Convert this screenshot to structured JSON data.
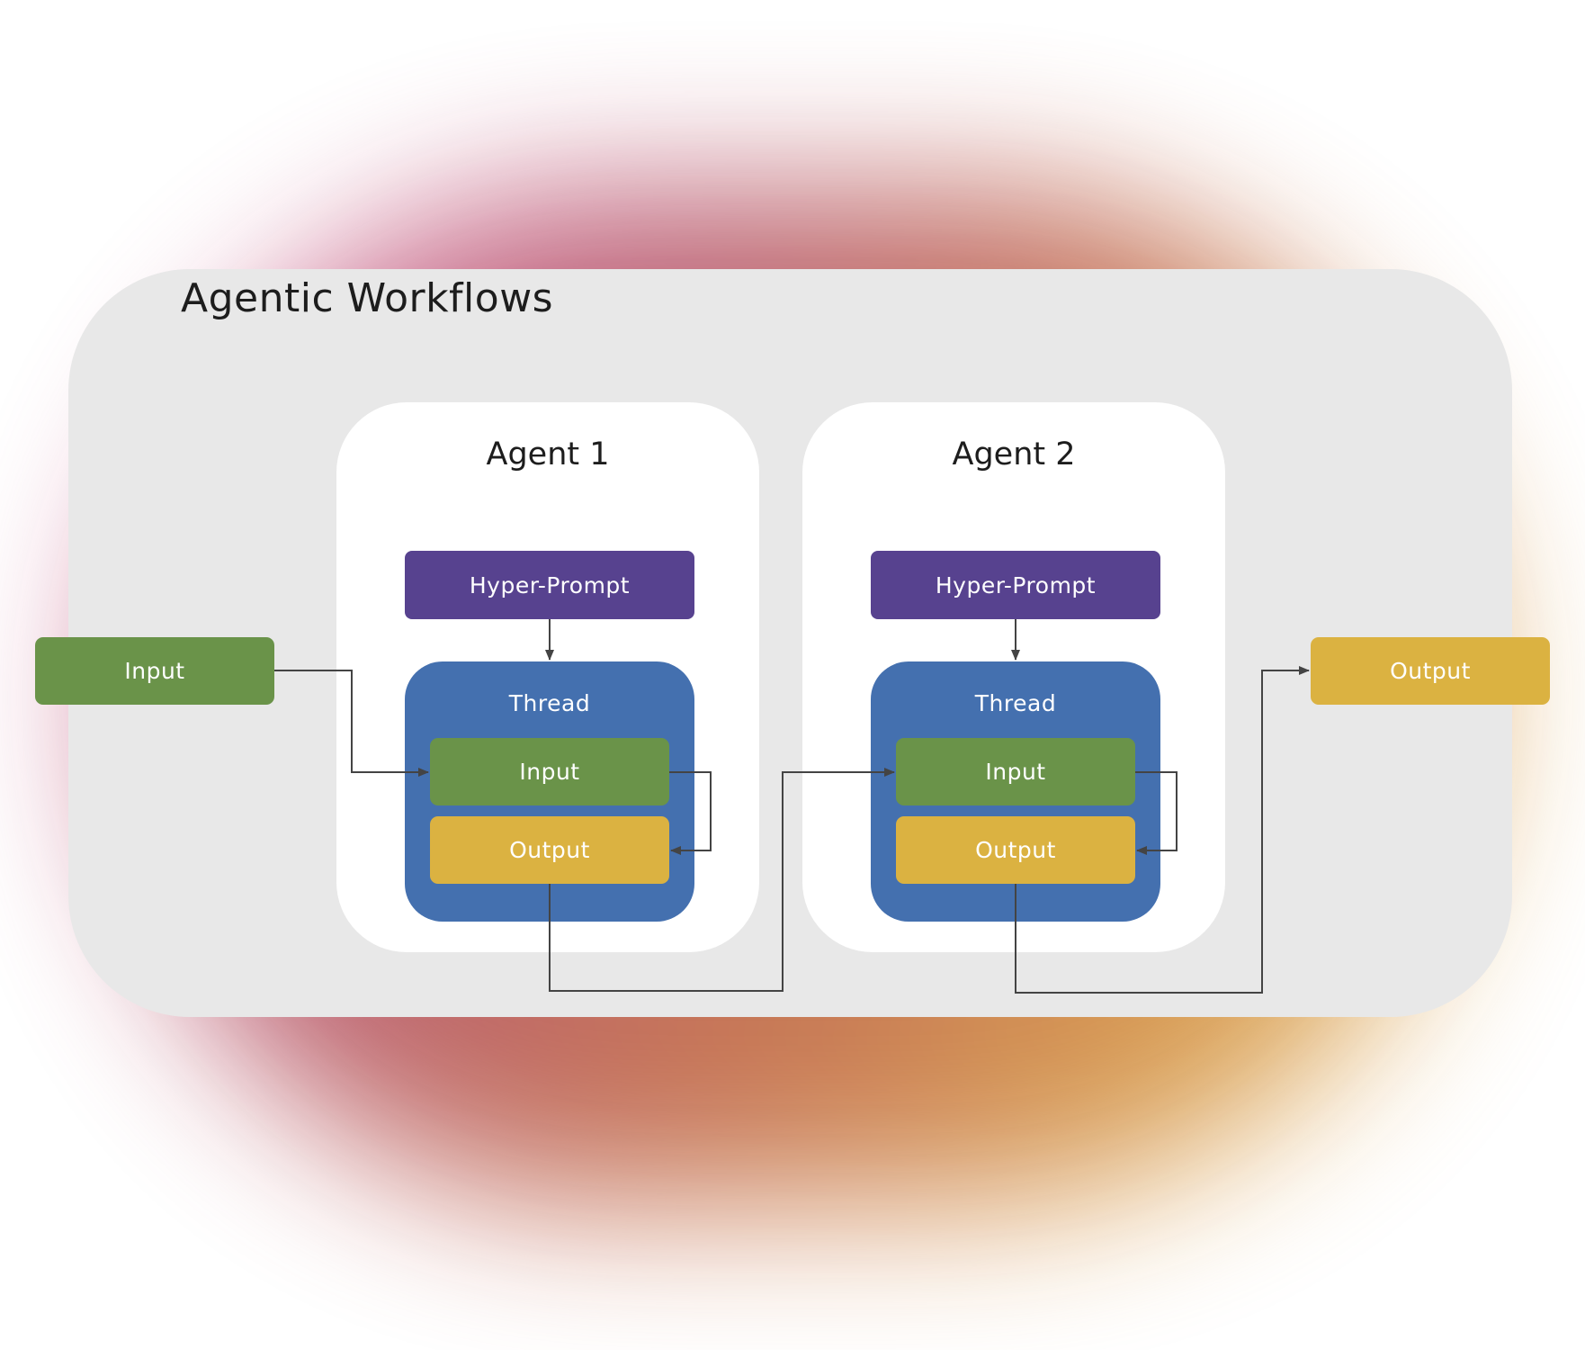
{
  "title": "Agentic Workflows",
  "external_input": {
    "label": "Input"
  },
  "external_output": {
    "label": "Output"
  },
  "agents": [
    {
      "title": "Agent 1",
      "hyper_prompt": "Hyper-Prompt",
      "thread": {
        "title": "Thread",
        "input": "Input",
        "output": "Output"
      }
    },
    {
      "title": "Agent 2",
      "hyper_prompt": "Hyper-Prompt",
      "thread": {
        "title": "Thread",
        "input": "Input",
        "output": "Output"
      }
    }
  ],
  "colors": {
    "panel": "#e8e8e8",
    "agent_card": "#ffffff",
    "hyper_prompt": "#57428f",
    "thread": "#4470af",
    "input": "#6a9349",
    "output": "#dbb241",
    "connector": "#444444",
    "glow_start": "#d96aa3",
    "glow_end": "#d79a4a"
  }
}
